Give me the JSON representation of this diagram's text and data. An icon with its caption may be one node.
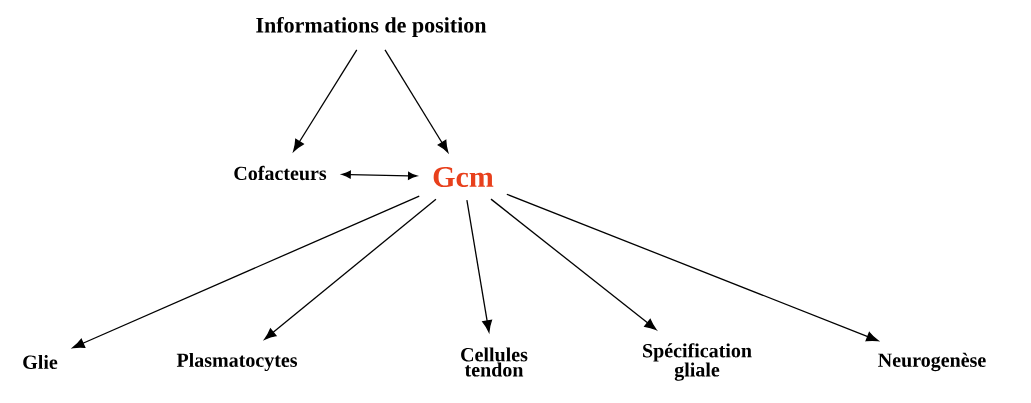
{
  "diagram": {
    "nodes": [
      {
        "text": [
          "Informations de position"
        ]
      },
      {
        "text": [
          "Cofacteurs"
        ]
      },
      {
        "text": [
          "Gcm"
        ]
      },
      {
        "text": [
          "Glie"
        ]
      },
      {
        "text": [
          "Plasmatocytes"
        ]
      },
      {
        "text": [
          "Cellules tendon"
        ]
      },
      {
        "text": [
          "Spécification gliale"
        ]
      },
      {
        "text": [
          "Neurogenèse"
        ]
      }
    ],
    "edges": [
      {
        "from": 0,
        "to": 1,
        "arrow": "to"
      },
      {
        "from": 0,
        "to": 2,
        "arrow": "to"
      },
      {
        "from": 1,
        "to": 2,
        "arrow": "both"
      },
      {
        "from": 2,
        "to": 3,
        "arrow": "to"
      },
      {
        "from": 2,
        "to": 4,
        "arrow": "to"
      },
      {
        "from": 2,
        "to": 5,
        "arrow": "to"
      },
      {
        "from": 2,
        "to": 6,
        "arrow": "to"
      },
      {
        "from": 2,
        "to": 7,
        "arrow": "to"
      }
    ]
  }
}
